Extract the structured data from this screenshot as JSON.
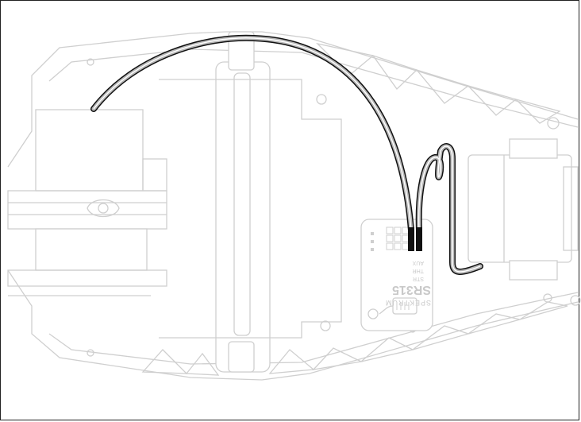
{
  "receiver": {
    "brand": "SPEKTRUM",
    "model": "SR315",
    "ports": [
      "STR",
      "THR",
      "AUX"
    ],
    "bind": "BIND"
  },
  "colors": {
    "chassis_line": "#cfcfcf",
    "wire_outline": "#111111",
    "wire_fill": "#b8b8b8",
    "frame": "#222222"
  }
}
